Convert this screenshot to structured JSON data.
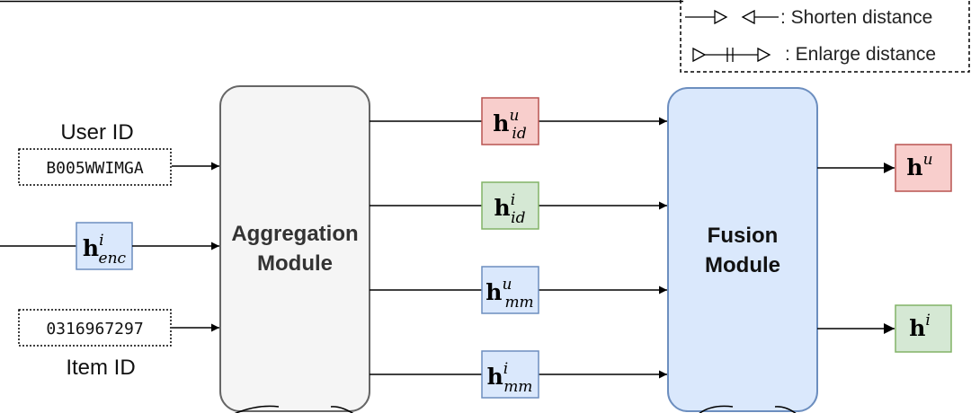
{
  "legend": {
    "shorten_label": ": Shorten distance",
    "enlarge_label": ": Enlarge distance"
  },
  "inputs": {
    "user_id_label": "User ID",
    "user_id_value": "B005WWIMGA",
    "item_id_label": "Item ID",
    "item_id_value": "0316967297",
    "encoder_symbol": {
      "base": "h",
      "sup": "i",
      "sub": "enc"
    }
  },
  "modules": {
    "aggregation": {
      "line1": "Aggregation",
      "line2": "Module"
    },
    "fusion": {
      "line1": "Fusion",
      "line2": "Module"
    }
  },
  "embeddings": [
    {
      "base": "h",
      "sup": "u",
      "sub": "id"
    },
    {
      "base": "h",
      "sup": "i",
      "sub": "id"
    },
    {
      "base": "h",
      "sup": "u",
      "sub": "mm"
    },
    {
      "base": "h",
      "sup": "i",
      "sub": "mm"
    }
  ],
  "outputs": [
    {
      "base": "h",
      "sup": "u"
    },
    {
      "base": "h",
      "sup": "i"
    }
  ],
  "colors": {
    "user_fill": "#f8cecc",
    "user_stroke": "#b85450",
    "item_fill": "#d5e8d4",
    "item_stroke": "#82b366",
    "mm_fill": "#dae8fc",
    "mm_stroke": "#6c8ebf",
    "aggregation_fill": "#f5f5f5",
    "aggregation_stroke": "#666666",
    "fusion_fill": "#dae8fc",
    "fusion_stroke": "#6c8ebf"
  }
}
